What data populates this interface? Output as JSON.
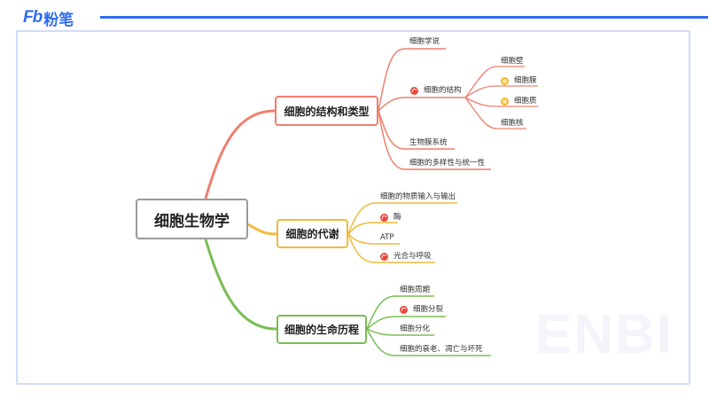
{
  "brand": {
    "mark": "Fb",
    "name": "粉笔",
    "accent": "#2f6cf2"
  },
  "watermark": "ENBI",
  "mindmap": {
    "root": "细胞生物学",
    "branches": [
      {
        "label": "细胞的结构和类型",
        "color": "#ee7f6e",
        "children": [
          {
            "label": "细胞学说"
          },
          {
            "label": "细胞的结构",
            "marker": "red-flag",
            "children": [
              {
                "label": "细胞壁"
              },
              {
                "label": "细胞膜",
                "marker": "yellow-dot"
              },
              {
                "label": "细胞质",
                "marker": "yellow-dot"
              },
              {
                "label": "细胞核"
              }
            ]
          },
          {
            "label": "生物膜系统"
          },
          {
            "label": "细胞的多样性与统一性"
          }
        ]
      },
      {
        "label": "细胞的代谢",
        "color": "#f1ba3a",
        "children": [
          {
            "label": "细胞的物质输入与输出"
          },
          {
            "label": "酶",
            "marker": "red-flag"
          },
          {
            "label": "ATP"
          },
          {
            "label": "光合与呼吸",
            "marker": "red-flag"
          }
        ]
      },
      {
        "label": "细胞的生命历程",
        "color": "#78bd53",
        "children": [
          {
            "label": "细胞周期"
          },
          {
            "label": "细胞分裂",
            "marker": "red-flag"
          },
          {
            "label": "细胞分化"
          },
          {
            "label": "细胞的衰老、凋亡与坏死"
          }
        ]
      }
    ]
  }
}
